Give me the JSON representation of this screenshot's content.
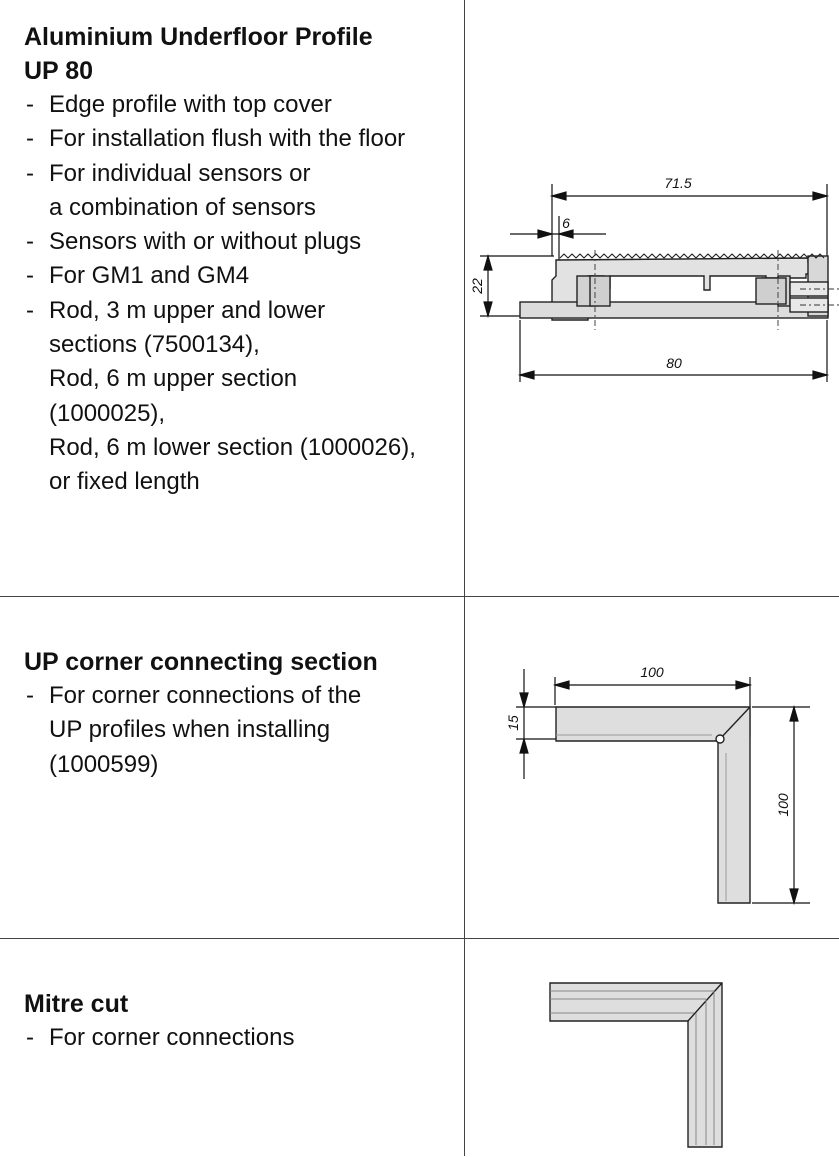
{
  "sections": [
    {
      "title_line1": "Aluminium Underfloor Profile",
      "title_line2": "UP 80",
      "bullets": [
        [
          "Edge profile with top cover"
        ],
        [
          "For installation flush with the floor"
        ],
        [
          "For individual sensors or",
          "a combination of sensors"
        ],
        [
          "Sensors with or without plugs"
        ],
        [
          "For GM1 and GM4"
        ],
        [
          "Rod, 3 m upper and lower",
          "sections (7500134),",
          "Rod, 6 m upper section",
          "(1000025),",
          "Rod, 6 m lower section (1000026),",
          "or fixed length"
        ]
      ],
      "dims": {
        "top": "71.5",
        "small": "6",
        "height": "22",
        "bottom": "80"
      }
    },
    {
      "title_line1": "UP corner connecting section",
      "bullets": [
        [
          "For corner connections of the",
          "UP profiles when installing",
          "(1000599)"
        ]
      ],
      "dims": {
        "width": "100",
        "thickness": "15",
        "length": "100"
      }
    },
    {
      "title_line1": "Mitre cut",
      "bullets": [
        [
          "For corner connections"
        ]
      ]
    }
  ]
}
